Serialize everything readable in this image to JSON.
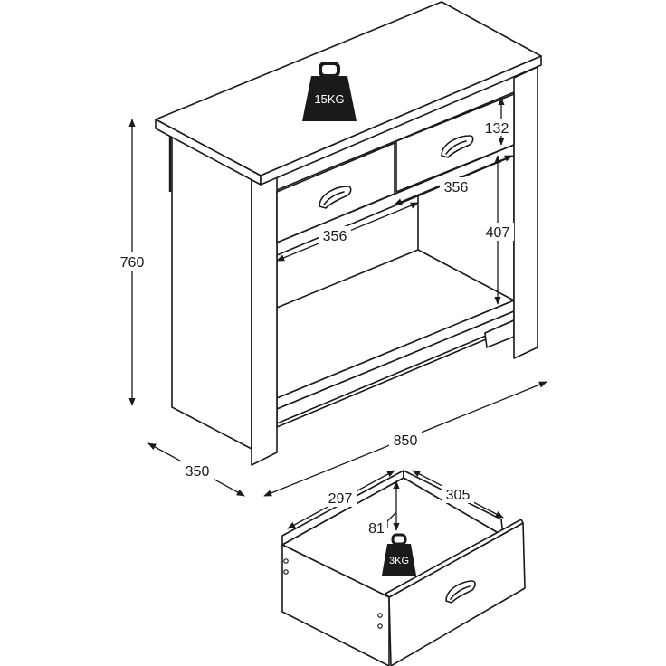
{
  "weights": {
    "cabinet_load": "15KG",
    "drawer_load": "3KG"
  },
  "dimensions": {
    "height": "760",
    "width": "850",
    "depth": "350",
    "drawer_face_height": "132",
    "upper_drawer_width": "356",
    "lower_drawer_width": "356",
    "shelf_opening_height": "407",
    "drawer_width": "297",
    "drawer_depth": "305",
    "drawer_height": "81"
  }
}
